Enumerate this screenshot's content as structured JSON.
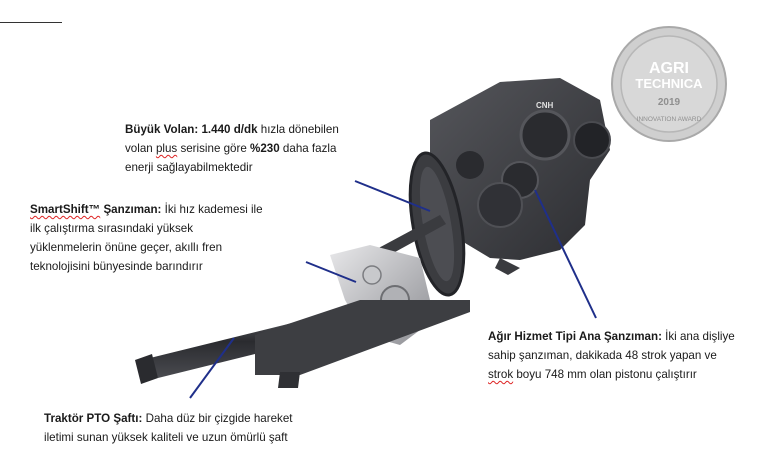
{
  "labels": {
    "volan": {
      "title": "Büyük Volan:",
      "bold_value": "1.440 d/dk",
      "line1_rest": " hızla dönebilen",
      "line2_pre": "volan ",
      "line2_wavy": "plus",
      "line2_mid": " serisine göre ",
      "line2_bold": "%230",
      "line2_post": " daha fazla",
      "line3": "enerji sağlayabilmektedir"
    },
    "smartshift": {
      "title_wavy": "SmartShift™",
      "title_rest": " Şanzıman:",
      "line1_rest": " İki hız kademesi ile",
      "line2": "ilk çalıştırma sırasındaki yüksek",
      "line3": "yüklenmelerin önüne geçer, akıllı fren",
      "line4": "teknolojisini bünyesinde barındırır"
    },
    "agir": {
      "title": "Ağır Hizmet Tipi Ana Şanzıman:",
      "line1_rest": " İki ana dişliye",
      "line2": "sahip şanzıman, dakikada 48 strok yapan ve",
      "line3_wavy": "strok",
      "line3_rest": " boyu 748 mm olan pistonu çalıştırır"
    },
    "pto": {
      "title": "Traktör PTO Şaftı:",
      "line1_rest": " Daha düz bir çizgide hareket",
      "line2": "iletimi sunan yüksek kaliteli ve uzun ömürlü şaft"
    }
  },
  "medal": {
    "line1": "AGRI",
    "line2": "TECHNICA",
    "year": "2019",
    "ring": "INNOVATION AWARD"
  },
  "brand": {
    "logo_text": "CNH"
  },
  "colors": {
    "leader_line": "#1f2f8a",
    "machine_dark": "#3a3b3f",
    "machine_mid": "#5c5d62",
    "medal_silver": "#c9c9c9"
  }
}
